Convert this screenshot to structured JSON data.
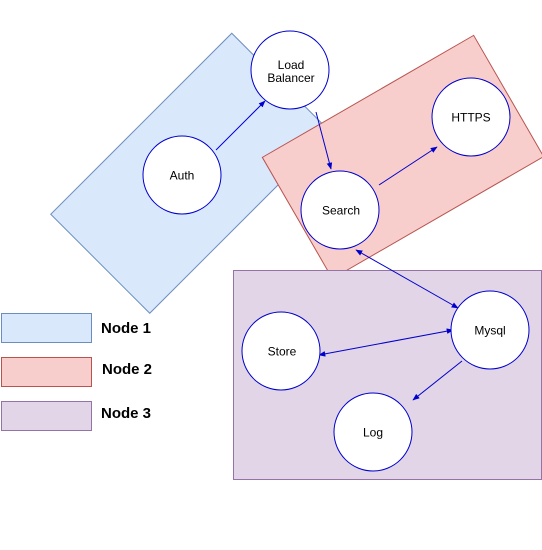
{
  "colors": {
    "node1_fill": "#dae8fc",
    "node1_stroke": "#6c8ebf",
    "node2_fill": "#f8cecc",
    "node2_stroke": "#b85450",
    "node3_fill": "#e1d5e7",
    "node3_stroke": "#9673a6",
    "service_fill": "#ffffff",
    "service_stroke": "#0000cc",
    "arrow": "#0000cc"
  },
  "services": {
    "auth": "Auth",
    "load_balancer_line1": "Load",
    "load_balancer_line2": "Balancer",
    "search": "Search",
    "https": "HTTPS",
    "mysql": "Mysql",
    "store": "Store",
    "log": "Log"
  },
  "legend": {
    "node1": "Node 1",
    "node2": "Node 2",
    "node3": "Node 3"
  },
  "connections": [
    {
      "from": "Auth",
      "to": "Load Balancer",
      "direction": "one-way"
    },
    {
      "from": "Load Balancer",
      "to": "Search",
      "direction": "one-way"
    },
    {
      "from": "Search",
      "to": "HTTPS",
      "direction": "one-way"
    },
    {
      "from": "Search",
      "to": "Mysql",
      "direction": "two-way"
    },
    {
      "from": "Mysql",
      "to": "Store",
      "direction": "two-way"
    },
    {
      "from": "Mysql",
      "to": "Log",
      "direction": "one-way"
    }
  ]
}
